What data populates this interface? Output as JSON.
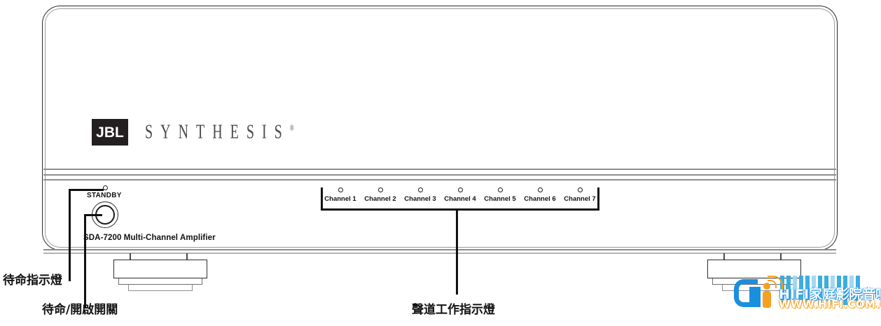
{
  "device": {
    "brand_badge": "JBL",
    "brand_wordmark": "SYNTHESIS",
    "brand_registered_mark": "®",
    "model_text": "SDA-7200 Multi-Channel Amplifier",
    "standby": {
      "label": "STANDBY",
      "led_name": "standby-led",
      "button_name": "standby-power-button"
    },
    "channels": [
      {
        "label": "Channel 1"
      },
      {
        "label": "Channel 2"
      },
      {
        "label": "Channel 3"
      },
      {
        "label": "Channel 4"
      },
      {
        "label": "Channel 5"
      },
      {
        "label": "Channel 6"
      },
      {
        "label": "Channel 7"
      }
    ]
  },
  "annotations": {
    "standby_indicator": "待命指示燈",
    "standby_power_switch": "待命/開啟開關",
    "channel_activity_indicator": "聲道工作指示燈"
  },
  "watermark": {
    "title": "HIFI家庭影院音响网",
    "url": "WWW.HIFI.COM.CN"
  },
  "colors": {
    "chassis_outline": "#2b2b2b",
    "chassis_inner_outline": "#9a9a9a",
    "seam": "#8d8d8d",
    "badge_bg": "#231f20",
    "wordmark": "#4a4a4a",
    "text": "#111111",
    "watermark_blue": "#1a8fe0",
    "watermark_orange": "#f5a020"
  }
}
